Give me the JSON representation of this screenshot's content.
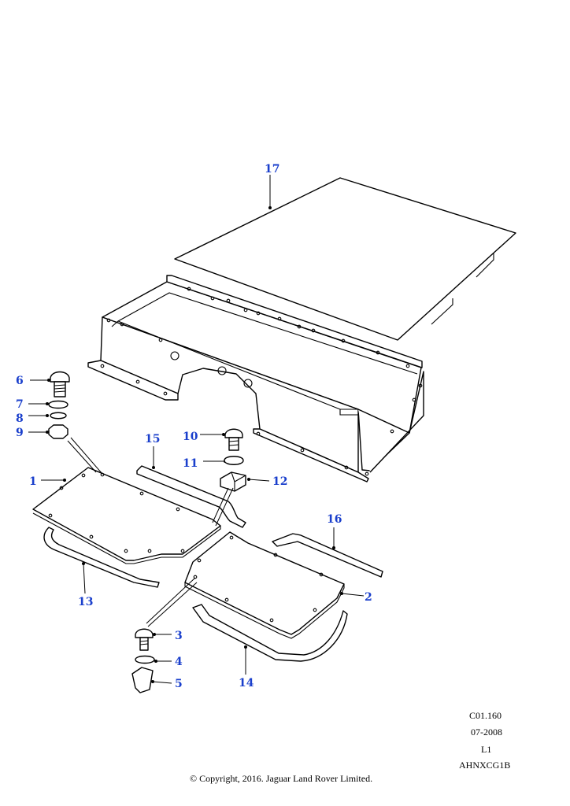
{
  "colors": {
    "callout": "#1a3fcc",
    "line": "#000000",
    "background": "#ffffff"
  },
  "callouts": [
    {
      "id": "1",
      "label": "1"
    },
    {
      "id": "2",
      "label": "2"
    },
    {
      "id": "3",
      "label": "3"
    },
    {
      "id": "4",
      "label": "4"
    },
    {
      "id": "5",
      "label": "5"
    },
    {
      "id": "6",
      "label": "6"
    },
    {
      "id": "7",
      "label": "7"
    },
    {
      "id": "8",
      "label": "8"
    },
    {
      "id": "9",
      "label": "9"
    },
    {
      "id": "10",
      "label": "10"
    },
    {
      "id": "11",
      "label": "11"
    },
    {
      "id": "12",
      "label": "12"
    },
    {
      "id": "13",
      "label": "13"
    },
    {
      "id": "14",
      "label": "14"
    },
    {
      "id": "15",
      "label": "15"
    },
    {
      "id": "16",
      "label": "16"
    },
    {
      "id": "17",
      "label": "17"
    }
  ],
  "info": {
    "code": "C01.160",
    "date": "07-2008",
    "level": "L1",
    "ref": "AHNXCG1B"
  },
  "copyright": "© Copyright, 2016. Jaguar Land Rover Limited."
}
